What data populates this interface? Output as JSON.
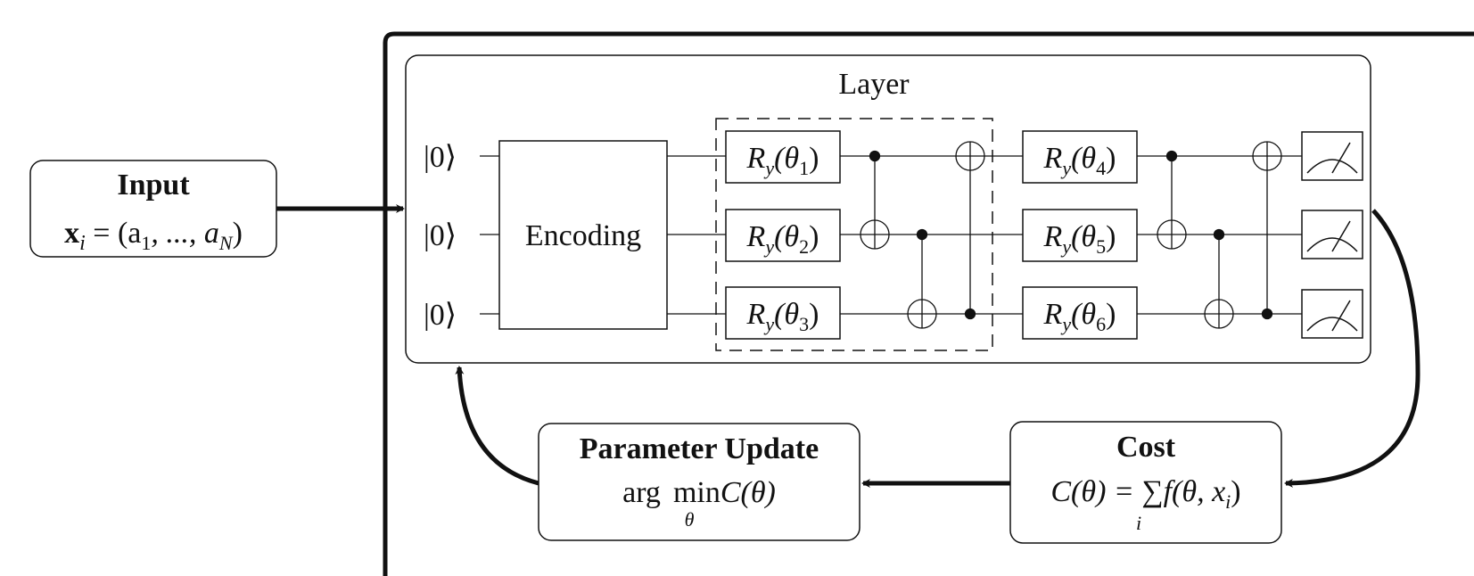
{
  "input": {
    "title": "Input",
    "formula_x": "x",
    "formula_i": "i",
    "formula_rest": " = (a",
    "formula_sub1": "1",
    "formula_mid": ", ..., a",
    "formula_subN": "N",
    "formula_end": ")"
  },
  "layer": {
    "title": "Layer"
  },
  "circuit": {
    "qubits": [
      "|0⟩",
      "|0⟩",
      "|0⟩"
    ],
    "encoding_label": "Encoding",
    "rotation_gates": [
      {
        "R": "R",
        "sub": "y",
        "arg": "(θ",
        "idx": "1",
        "close": ")"
      },
      {
        "R": "R",
        "sub": "y",
        "arg": "(θ",
        "idx": "2",
        "close": ")"
      },
      {
        "R": "R",
        "sub": "y",
        "arg": "(θ",
        "idx": "3",
        "close": ")"
      },
      {
        "R": "R",
        "sub": "y",
        "arg": "(θ",
        "idx": "4",
        "close": ")"
      },
      {
        "R": "R",
        "sub": "y",
        "arg": "(θ",
        "idx": "5",
        "close": ")"
      },
      {
        "R": "R",
        "sub": "y",
        "arg": "(θ",
        "idx": "6",
        "close": ")"
      }
    ]
  },
  "parameter_update": {
    "title": "Parameter Update",
    "arg": "arg",
    "min": "min",
    "theta": "θ",
    "cost_fn": "C(θ)"
  },
  "cost": {
    "title": "Cost",
    "lhs": "C(θ) = ",
    "sum": "∑",
    "sum_index": "i",
    "rhs": "f(θ, x",
    "rhs_sub": "i",
    "rhs_end": ")"
  }
}
